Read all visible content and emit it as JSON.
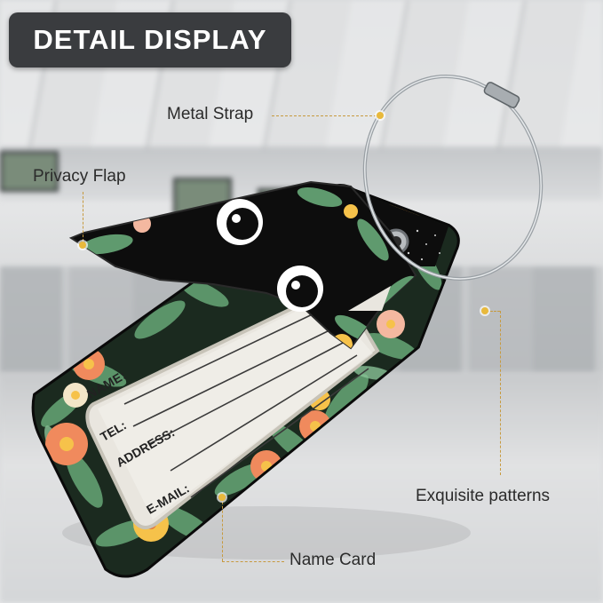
{
  "header": {
    "title": "DETAIL DISPLAY"
  },
  "callouts": {
    "metal_strap": "Metal Strap",
    "privacy_flap": "Privacy Flap",
    "exquisite_patterns": "Exquisite patterns",
    "name_card": "Name Card"
  },
  "card_fields": {
    "name": "NAME:",
    "tel": "TEL:",
    "address": "ADDRESS:",
    "email": "E-MAIL:"
  },
  "colors": {
    "badge_bg": "#3a3c3f",
    "callout_line": "#c79a3f",
    "leaf_green": "#5f9a6e",
    "flower_orange": "#f08a5d",
    "flower_yellow": "#f6c24a",
    "tag_black": "#0d0d0d"
  }
}
